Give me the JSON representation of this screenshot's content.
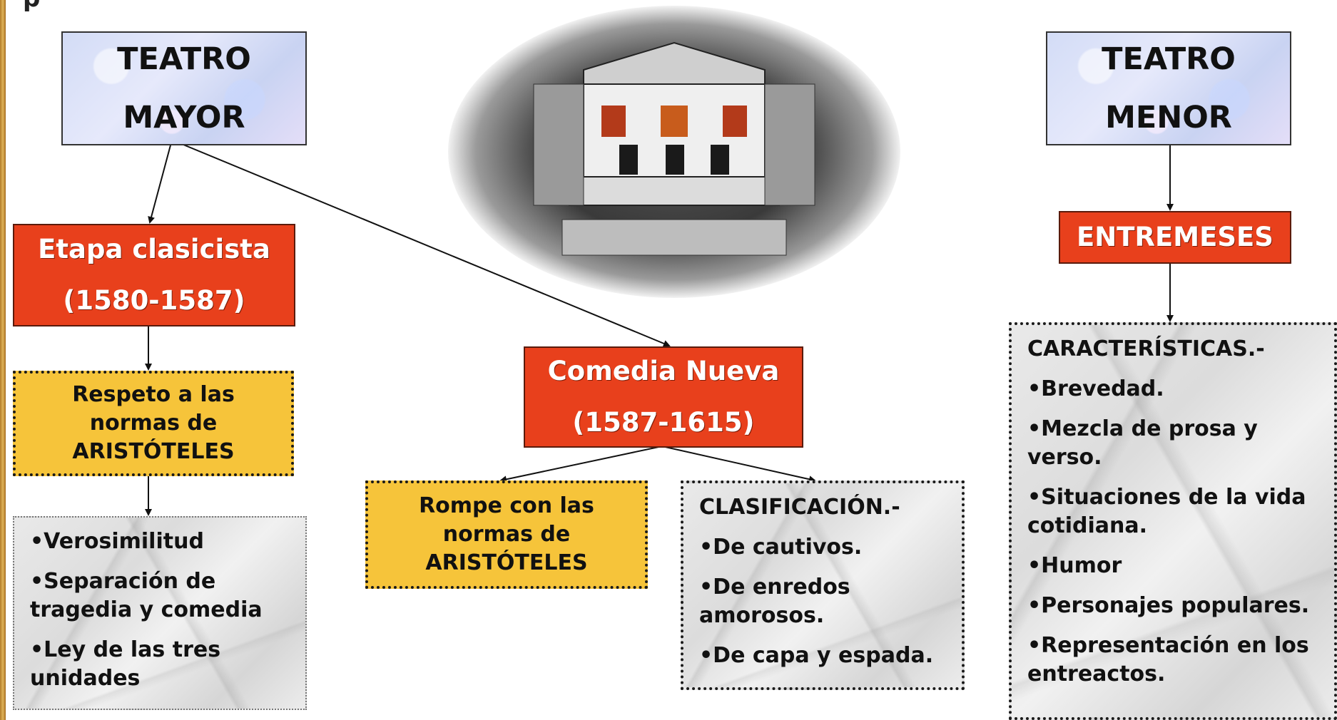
{
  "header_fragment": "p",
  "teatro_mayor": {
    "line1": "TEATRO",
    "line2": "MAYOR"
  },
  "teatro_menor": {
    "line1": "TEATRO",
    "line2": "MENOR"
  },
  "etapa_clasicista": {
    "line1": "Etapa clasicista",
    "line2": "(1580-1587)"
  },
  "comedia_nueva": {
    "line1": "Comedia Nueva",
    "line2": "(1587-1615)"
  },
  "entremeses": {
    "label": "ENTREMESES"
  },
  "respeto": {
    "line1": "Respeto a las",
    "line2": "normas de",
    "line3": "ARISTÓTELES"
  },
  "rompe": {
    "line1": "Rompe con las",
    "line2": "normas de",
    "line3": "ARISTÓTELES"
  },
  "clasicista_features": {
    "items": [
      "•Verosimilitud",
      "•Separación de tragedia y comedia",
      "•Ley de las tres unidades"
    ]
  },
  "clasificacion": {
    "heading": "CLASIFICACIÓN.-",
    "items": [
      "•De cautivos.",
      "•De enredos amorosos.",
      "•De capa y espada."
    ]
  },
  "caracteristicas": {
    "heading": "CARACTERÍSTICAS.-",
    "items": [
      "•Brevedad.",
      "•Mezcla de prosa y verso.",
      "•Situaciones de la vida cotidiana.",
      "•Humor",
      "•Personajes populares.",
      "•Representación en los entreactos."
    ]
  },
  "colors": {
    "title_bg": "#dde3f8",
    "red": "#e8401c",
    "yellow": "#f6c43a",
    "marble": "#e2e2e2"
  }
}
